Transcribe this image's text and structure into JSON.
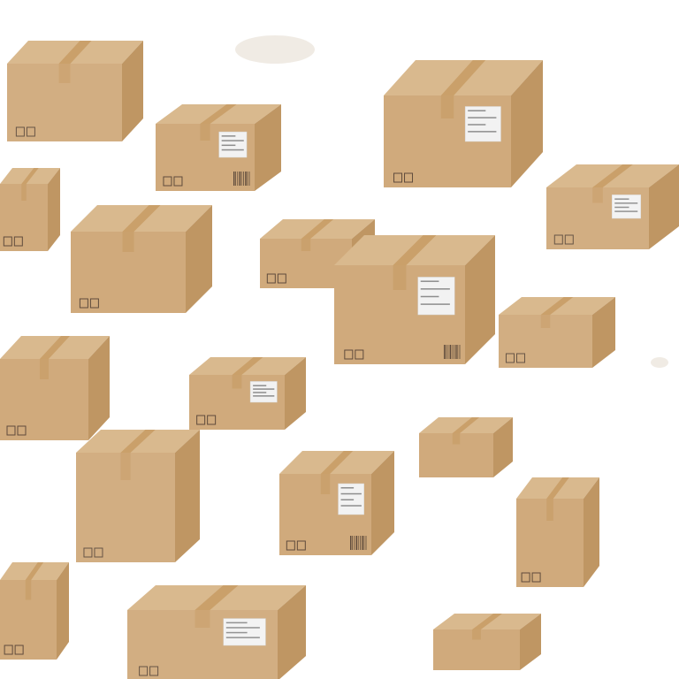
{
  "scene": {
    "description_kind": "photo-collage",
    "background_color": "#ffffff",
    "box_colors": {
      "top": "#d9b98e",
      "front": "#cfa878",
      "side": "#bf9663",
      "tape": "#c69a62",
      "label": "#f2f2f2",
      "ink": "#5a4636"
    }
  },
  "boxes": [
    {
      "id": "box-1"
    },
    {
      "id": "box-2"
    },
    {
      "id": "box-3"
    },
    {
      "id": "box-4"
    },
    {
      "id": "box-5"
    },
    {
      "id": "box-6"
    },
    {
      "id": "box-7"
    },
    {
      "id": "box-8"
    },
    {
      "id": "box-9"
    },
    {
      "id": "box-10"
    },
    {
      "id": "box-11"
    },
    {
      "id": "box-12"
    },
    {
      "id": "box-13"
    },
    {
      "id": "box-14"
    },
    {
      "id": "box-15"
    },
    {
      "id": "box-16"
    },
    {
      "id": "box-17"
    },
    {
      "id": "box-18"
    },
    {
      "id": "box-19"
    },
    {
      "id": "box-20"
    }
  ]
}
